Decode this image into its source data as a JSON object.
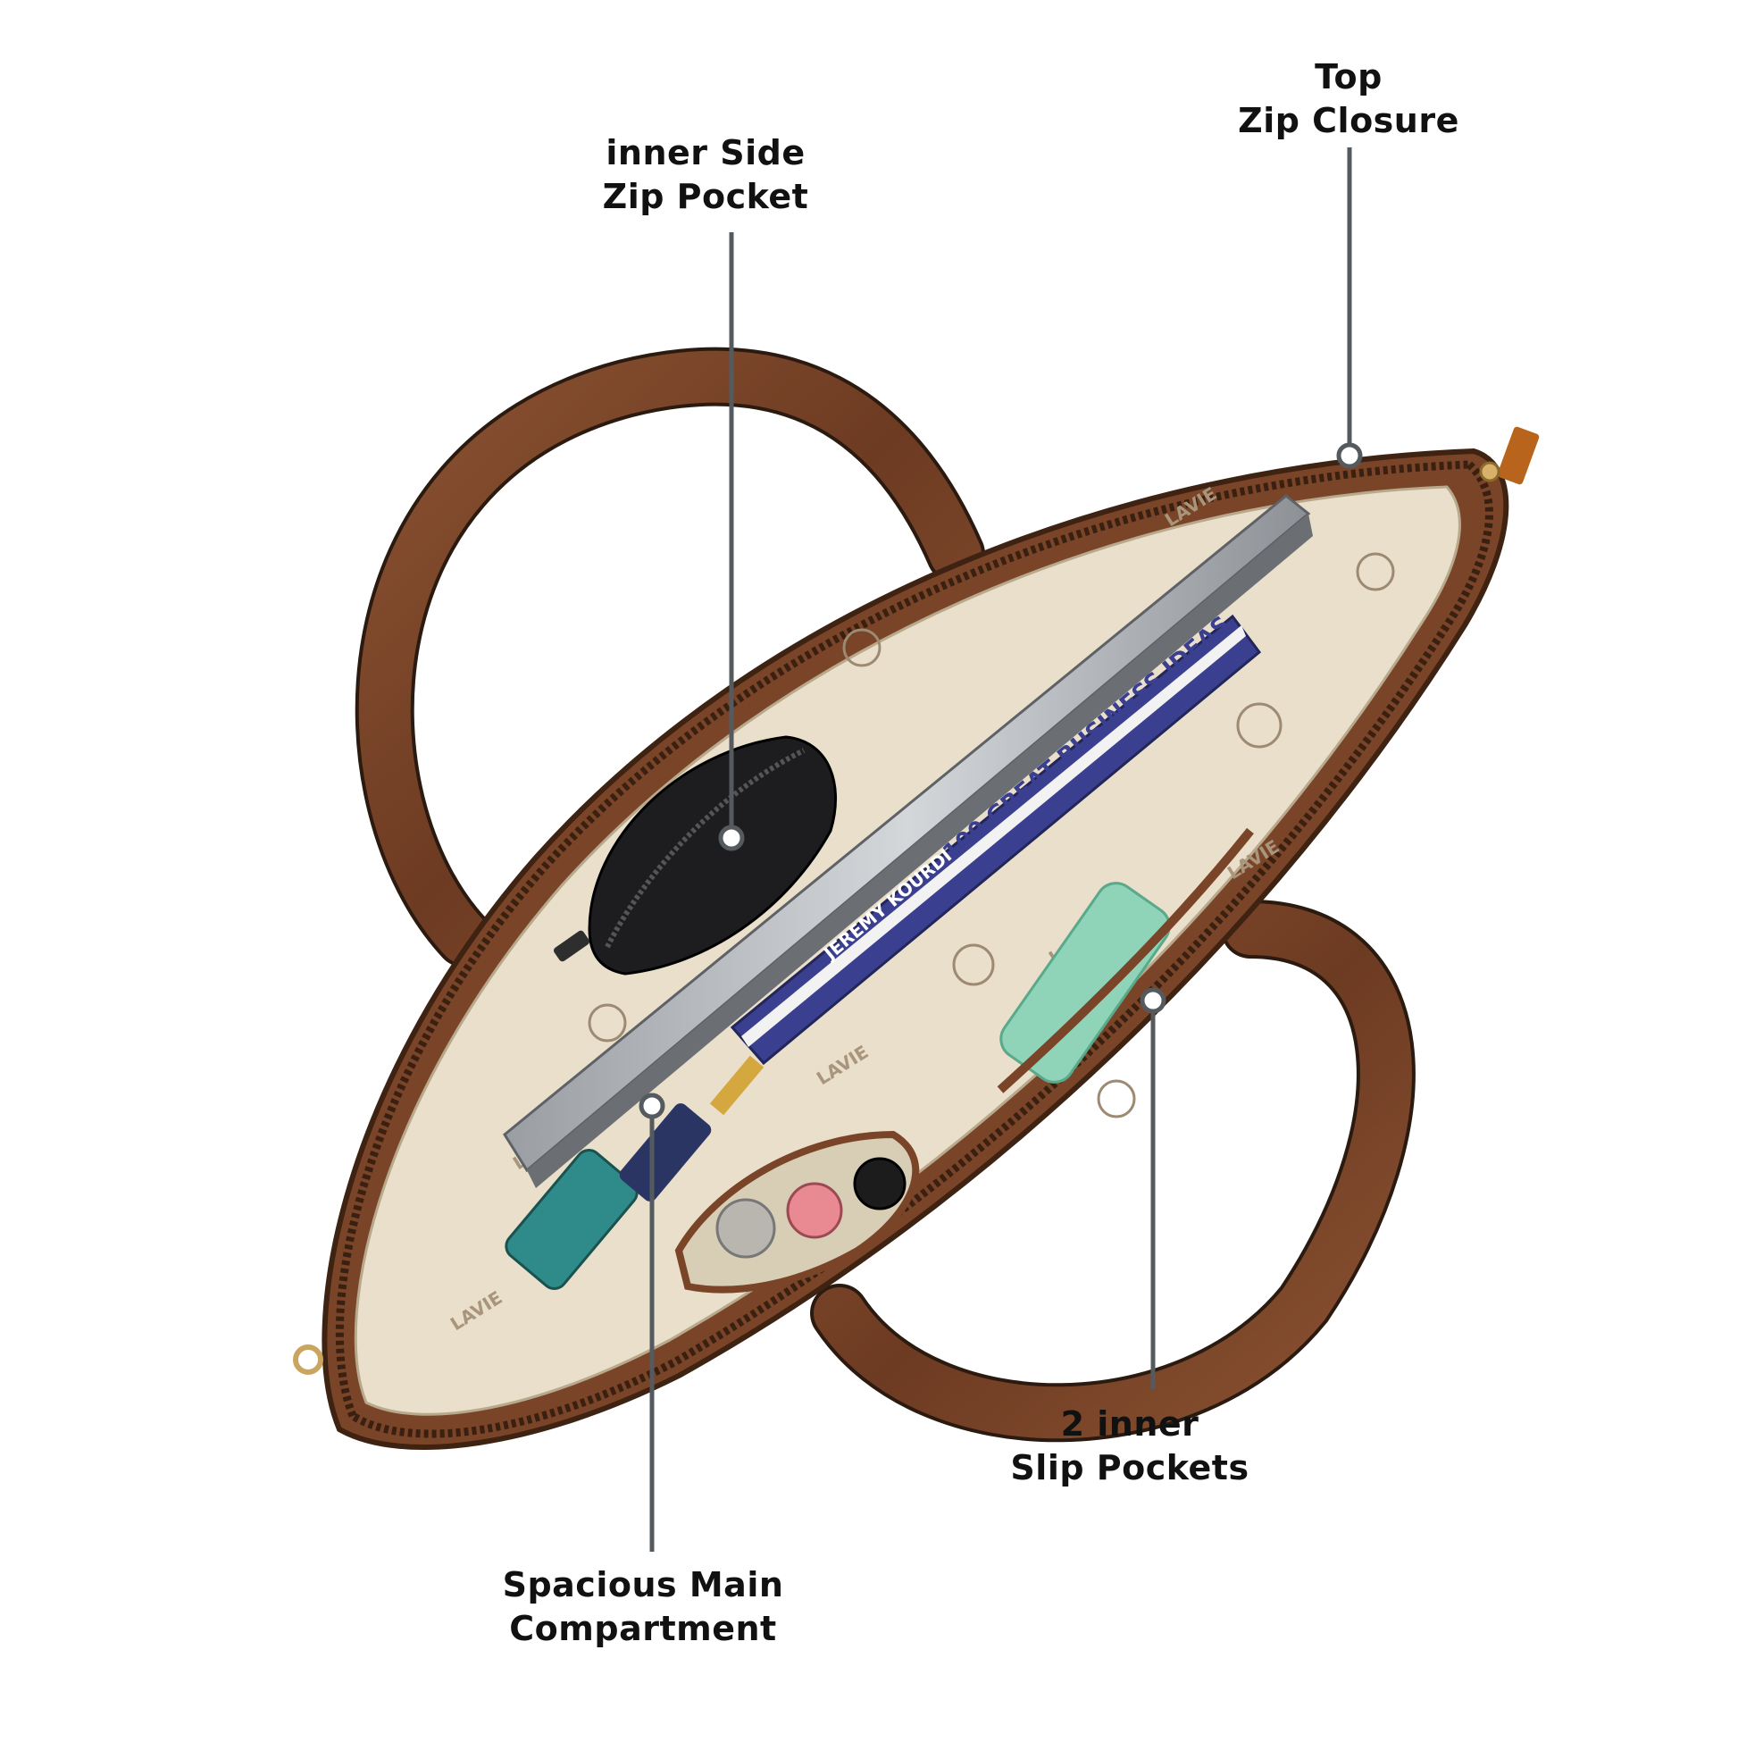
{
  "callouts": {
    "top_zip": {
      "line1": "Top",
      "line2": "Zip Closure"
    },
    "inner_side_zip": {
      "line1": "inner Side",
      "line2": "Zip Pocket"
    },
    "slip_pockets": {
      "line1": "2 inner",
      "line2": "Slip Pockets"
    },
    "main_compartment": {
      "line1": "Spacious Main",
      "line2": "Compartment"
    }
  },
  "product": {
    "brand_print": "LAVIE",
    "book_title": "100 GREAT BUSINESS IDEAS",
    "book_author": "JEREMY KOURDI"
  },
  "colors": {
    "leather": "#7a4428",
    "leather_dark": "#4e2a17",
    "lining": "#e9dfca",
    "callout_line": "#555a5e"
  }
}
